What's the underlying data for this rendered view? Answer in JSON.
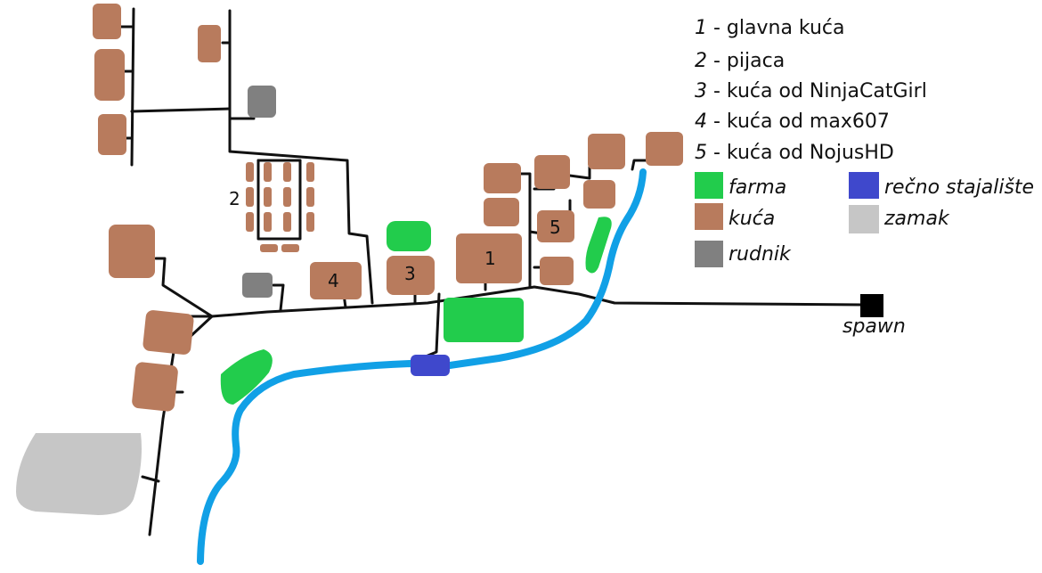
{
  "colors": {
    "house": "#b87b5d",
    "farm": "#22cc4c",
    "mine": "#808080",
    "river": "#11a0e6",
    "river_stop": "#3f48cc",
    "castle": "#c6c6c6",
    "road": "#111111",
    "spawn": "#000000"
  },
  "labels": {
    "n1": "1",
    "n2": "2",
    "n3": "3",
    "n4": "4",
    "n5": "5",
    "spawn": "spawn"
  },
  "numbered_legend": [
    {
      "num": "1",
      "text": " - glavna kuća"
    },
    {
      "num": "2",
      "text": " - pijaca"
    },
    {
      "num": "3",
      "text": " - kuća od NinjaCatGirl"
    },
    {
      "num": "4",
      "text": " - kuća od max607"
    },
    {
      "num": "5",
      "text": " - kuća od NojusHD"
    }
  ],
  "color_legend": {
    "farma": "farma",
    "kuca": "kuća",
    "rudnik": "rudnik",
    "recno_stajaliste": "rečno stajalište",
    "zamak": "zamak"
  }
}
